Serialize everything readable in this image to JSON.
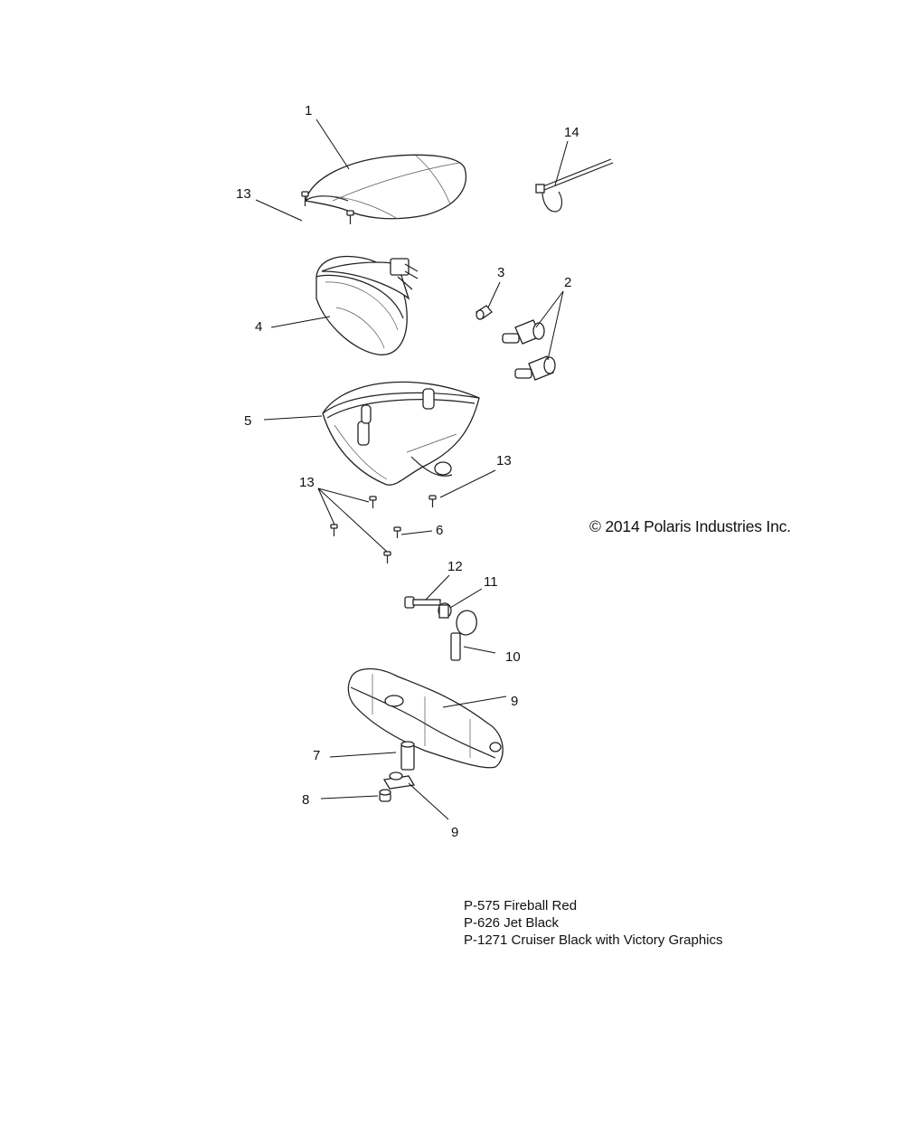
{
  "callouts": [
    {
      "id": "1",
      "label": "1"
    },
    {
      "id": "14",
      "label": "14"
    },
    {
      "id": "13a",
      "label": "13"
    },
    {
      "id": "3",
      "label": "3"
    },
    {
      "id": "2",
      "label": "2"
    },
    {
      "id": "4",
      "label": "4"
    },
    {
      "id": "5",
      "label": "5"
    },
    {
      "id": "13b",
      "label": "13"
    },
    {
      "id": "13c",
      "label": "13"
    },
    {
      "id": "6",
      "label": "6"
    },
    {
      "id": "12",
      "label": "12"
    },
    {
      "id": "11",
      "label": "11"
    },
    {
      "id": "10",
      "label": "10"
    },
    {
      "id": "9a",
      "label": "9"
    },
    {
      "id": "7",
      "label": "7"
    },
    {
      "id": "8",
      "label": "8"
    },
    {
      "id": "9b",
      "label": "9"
    }
  ],
  "copyright": "© 2014 Polaris Industries Inc.",
  "paint_codes": [
    "P-575  Fireball Red",
    "P-626  Jet Black",
    "P-1271 Cruiser Black with Victory Graphics"
  ]
}
